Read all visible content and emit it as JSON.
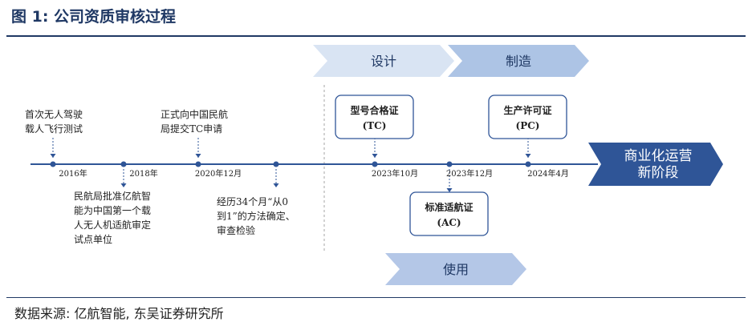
{
  "figure": {
    "title": "图 1:  公司资质审核过程",
    "source": "数据来源:  亿航智能,  东吴证券研究所"
  },
  "colors": {
    "accent": "#1f3864",
    "line": "#2f5597",
    "band_design": "#d9e4f3",
    "band_manufacture": "#adc4e5",
    "band_use": "#b4c7e7",
    "final_arrow": "#2f5597",
    "box_border": "#2f5597"
  },
  "bands": {
    "design": "设计",
    "manufacture": "制造",
    "use": "使用"
  },
  "timeline": {
    "dates": [
      "2016年",
      "2018年",
      "2020年12月",
      "2023年10月",
      "2023年12月",
      "2024年4月"
    ],
    "notes": {
      "note_2016": [
        "首次无人驾驶",
        "载人飞行测试"
      ],
      "note_2018": [
        "民航局批准亿航智",
        "能为中国第一个载",
        "人无人机适航审定",
        "试点单位"
      ],
      "note_2020": [
        "正式向中国民航",
        "局提交TC申请"
      ],
      "note_34m": [
        "经历34个月“从0",
        "到1”的方法确定、",
        "审查检验"
      ]
    }
  },
  "certificates": {
    "tc": [
      "型号合格证",
      "(TC)"
    ],
    "ac": [
      "标准适航证",
      "(AC)"
    ],
    "pc": [
      "生产许可证",
      "(PC)"
    ]
  },
  "final": [
    "商业化运营",
    "新阶段"
  ]
}
